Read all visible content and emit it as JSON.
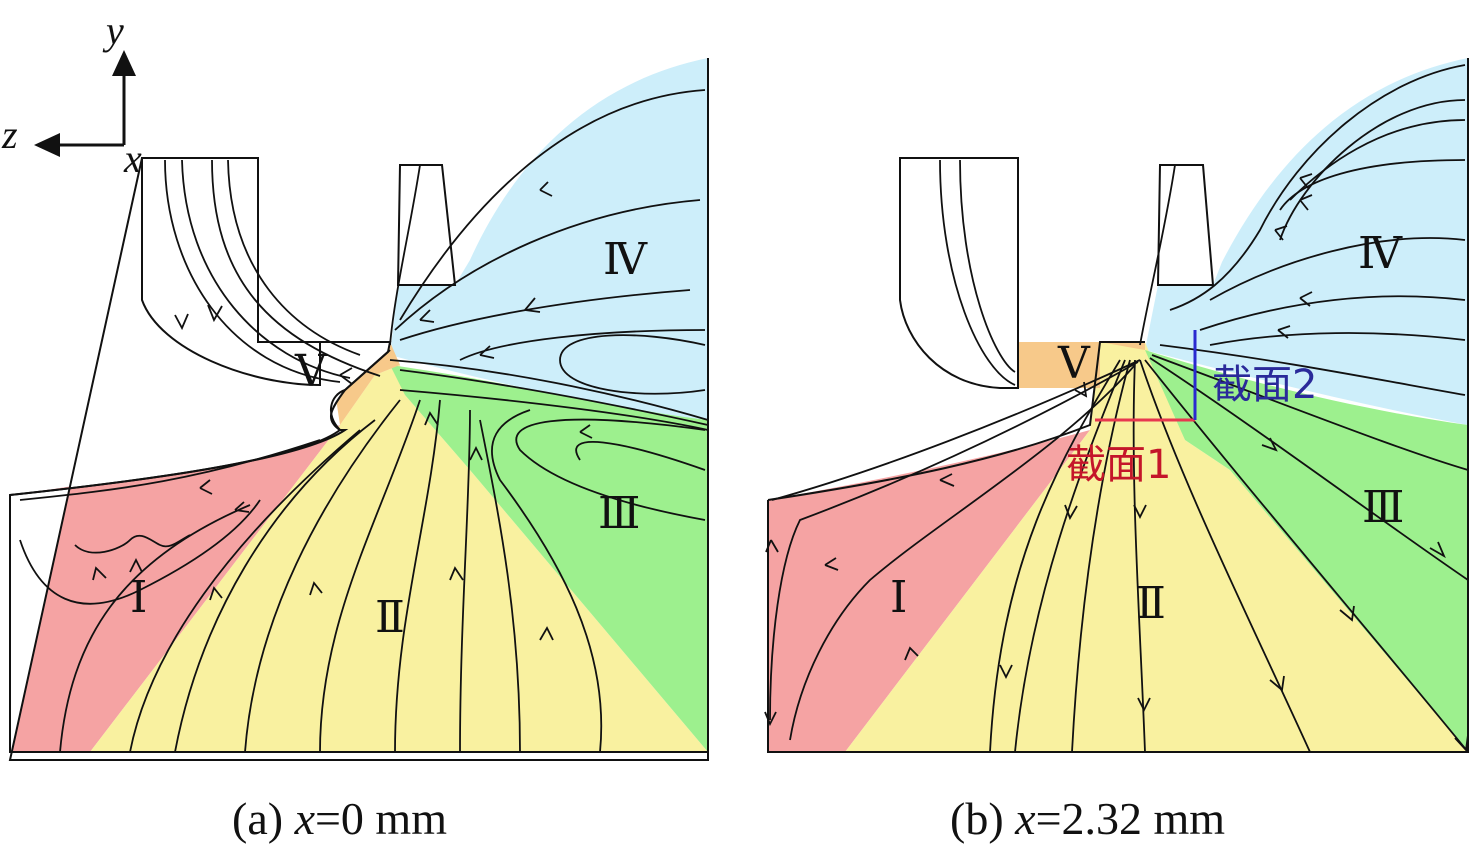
{
  "axes": {
    "y_label": "y",
    "z_label": "z",
    "x_label": "x"
  },
  "panel_a": {
    "zones": {
      "I": "Ⅰ",
      "II": "Ⅱ",
      "III": "Ⅲ",
      "IV": "Ⅳ",
      "V": "Ⅴ"
    },
    "caption_prefix": "(a) ",
    "caption_var": "x",
    "caption_value": "=0 mm"
  },
  "panel_b": {
    "zones": {
      "I": "Ⅰ",
      "II": "Ⅱ",
      "III": "Ⅲ",
      "IV": "Ⅳ",
      "V": "Ⅴ"
    },
    "section1": "截面1",
    "section2": "截面2",
    "caption_prefix": "(b) ",
    "caption_var": "x",
    "caption_value": "=2.32 mm"
  },
  "colors": {
    "zone_I": "#f5a3a3",
    "zone_II": "#f9f1a0",
    "zone_III": "#9df08e",
    "zone_IV": "#cdeefa",
    "zone_V": "#f7c98a",
    "section1_line": "#e8384f",
    "section2_line": "#2a2ad0",
    "section1_text": "#c4162a",
    "section2_text": "#2a2a9a"
  }
}
